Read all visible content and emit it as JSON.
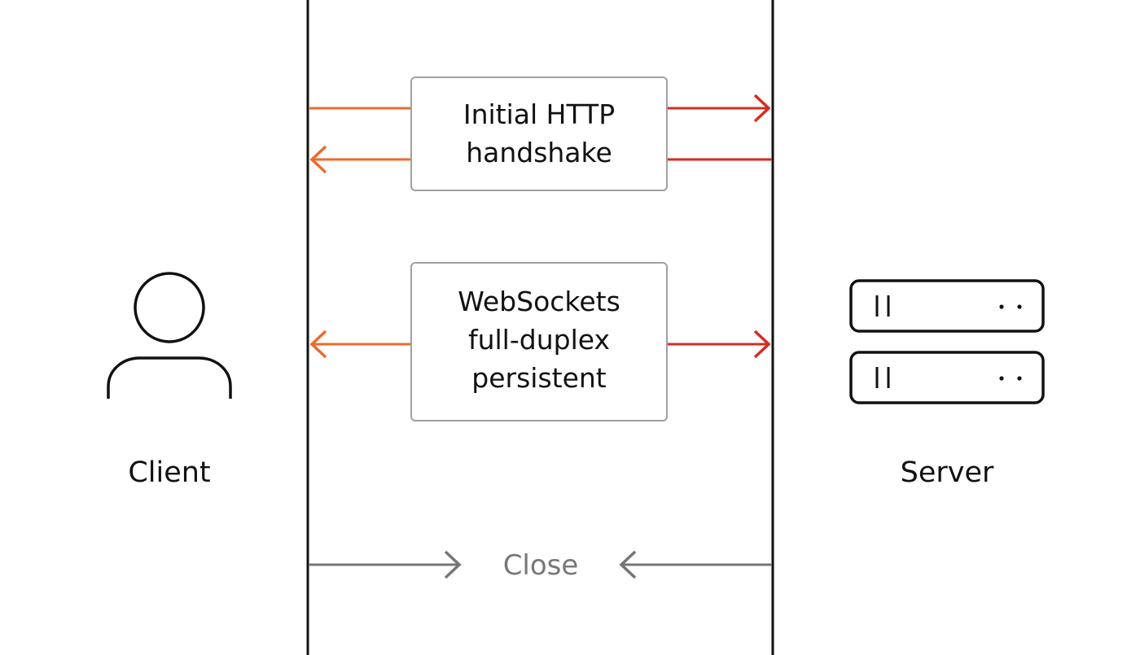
{
  "client": {
    "label": "Client",
    "icon": "user-icon"
  },
  "server": {
    "label": "Server",
    "icon": "server-icon"
  },
  "handshake": {
    "line1": "Initial HTTP",
    "line2": "handshake"
  },
  "websocket": {
    "line1": "WebSockets",
    "line2": "full-duplex",
    "line3": "persistent"
  },
  "close": {
    "label": "Close"
  },
  "colors": {
    "request_arrow": "#e85a2a",
    "response_arrow": "#d42c22",
    "close_arrow": "#757575",
    "lifeline": "#111111",
    "box_border": "#a0a0a0"
  }
}
